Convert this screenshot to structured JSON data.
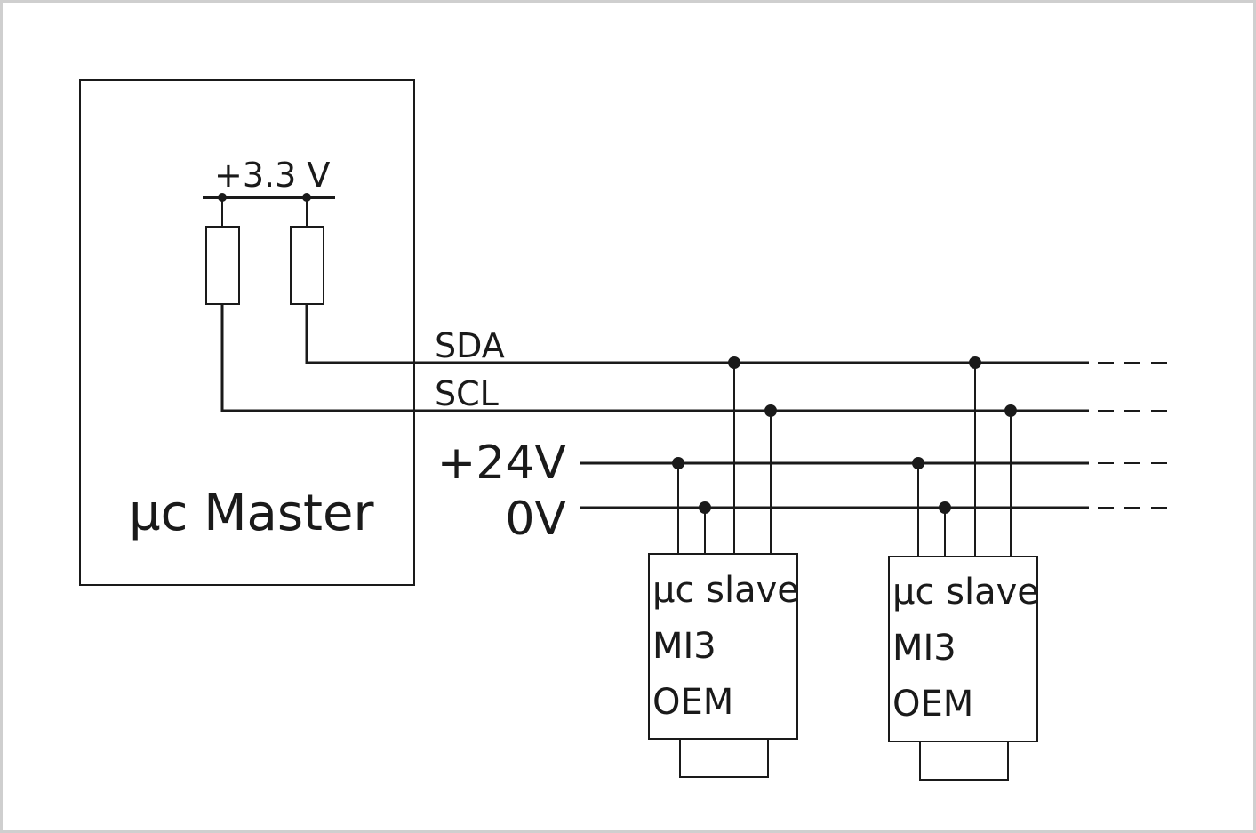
{
  "master": {
    "label": "µc Master",
    "supply_label": "+3.3 V"
  },
  "bus": {
    "sda_label": "SDA",
    "scl_label": "SCL",
    "v24_label": "+24V",
    "gnd_label": "0V"
  },
  "slaves": [
    {
      "line1": "µc slave",
      "line2": "MI3",
      "line3": "OEM"
    },
    {
      "line1": "µc slave",
      "line2": "MI3",
      "line3": "OEM"
    }
  ],
  "colors": {
    "line": "#1a1a1a",
    "border": "#cfcfcf"
  }
}
